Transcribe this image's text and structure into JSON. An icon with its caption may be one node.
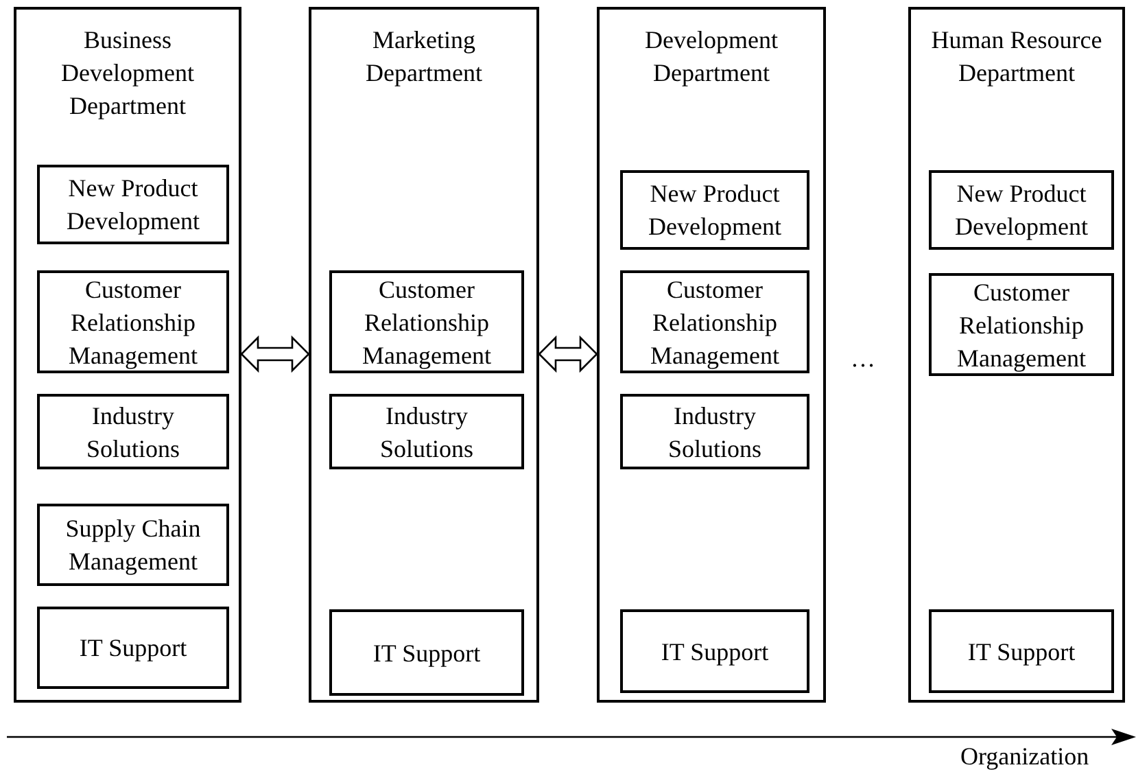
{
  "diagram": {
    "nodes": [
      {
        "text": [
          "Business Development Department"
        ]
      },
      {
        "text": [
          "New Product Development"
        ],
        "in": 0
      },
      {
        "text": [
          "Customer Relationship Management"
        ],
        "in": 0
      },
      {
        "text": [
          "Industry Solutions"
        ],
        "in": 0
      },
      {
        "text": [
          "Supply Chain Management"
        ],
        "in": 0
      },
      {
        "text": [
          "IT Support"
        ],
        "in": 0
      },
      {
        "text": [
          "Marketing Department"
        ]
      },
      {
        "text": [
          "Customer Relationship Management"
        ],
        "in": 6
      },
      {
        "text": [
          "Industry Solutions"
        ],
        "in": 6
      },
      {
        "text": [
          "IT Support"
        ],
        "in": 6
      },
      {
        "text": [
          "Development Department"
        ]
      },
      {
        "text": [
          "New Product Development"
        ],
        "in": 10
      },
      {
        "text": [
          "Customer Relationship Management"
        ],
        "in": 10
      },
      {
        "text": [
          "Industry Solutions"
        ],
        "in": 10
      },
      {
        "text": [
          "IT Support"
        ],
        "in": 10
      },
      {
        "text": [
          "Human Resource Department"
        ]
      },
      {
        "text": [
          "New Product Development"
        ],
        "in": 15
      },
      {
        "text": [
          "Customer Relationship Management"
        ],
        "in": 15
      },
      {
        "text": [
          "IT Support"
        ],
        "in": 15
      }
    ],
    "edges": [
      {
        "from": 0,
        "to": 6,
        "arrow": "both"
      },
      {
        "from": 6,
        "to": 10,
        "arrow": "both"
      }
    ],
    "labels": [
      "…",
      "Organization"
    ]
  }
}
